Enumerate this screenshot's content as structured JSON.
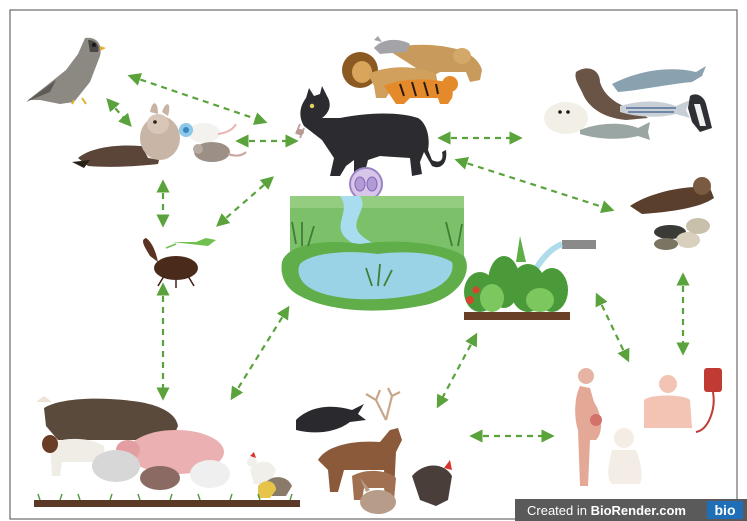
{
  "credit": {
    "prefix": "Created in ",
    "brand": "BioRender.com",
    "logo_text": "bio"
  },
  "colors": {
    "arrow": "#5aa33c",
    "frame": "#6a6a6a",
    "water": "#9bd3e6",
    "grass": "#5fae4a",
    "badge_bg": "#5a5a5a",
    "logo_bg": "#1f6fb8"
  },
  "nodes": [
    {
      "id": "falcon",
      "icon": "falcon-icon"
    },
    {
      "id": "small-mammals",
      "icon": "ferret-rabbit-rat-mouse-icon"
    },
    {
      "id": "big-cats",
      "icon": "lion-tiger-cat-icon"
    },
    {
      "id": "domestic-cat",
      "icon": "cat-with-rodent-icon"
    },
    {
      "id": "oocyst",
      "icon": "oocyst-icon"
    },
    {
      "id": "marine-mammals",
      "icon": "seal-dolphin-fish-icon"
    },
    {
      "id": "sea-otter",
      "icon": "otter-shellfish-icon"
    },
    {
      "id": "insects",
      "icon": "beetle-grasshopper-icon"
    },
    {
      "id": "environment",
      "icon": "river-pond-icon"
    },
    {
      "id": "vegetables",
      "icon": "vegetables-irrigation-icon"
    },
    {
      "id": "livestock",
      "icon": "farm-animals-icon"
    },
    {
      "id": "wildlife",
      "icon": "deer-crow-turkey-rabbit-icon"
    },
    {
      "id": "humans",
      "icon": "pregnant-woman-baby-icon"
    },
    {
      "id": "transfusion",
      "icon": "blood-transfusion-icon"
    }
  ]
}
